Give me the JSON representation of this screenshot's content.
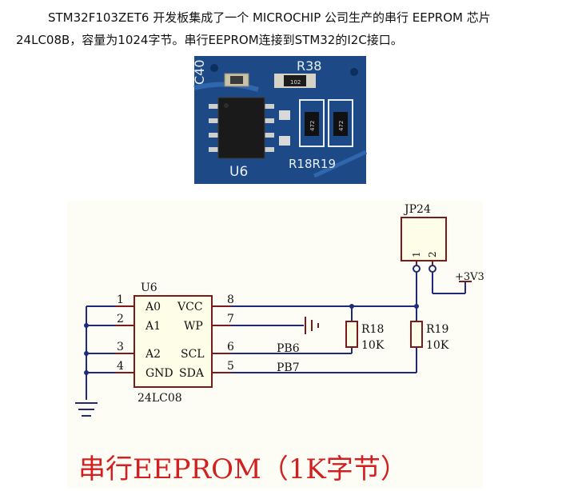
{
  "paragraph": {
    "line1": "STM32F103ZET6 开发板集成了一个 MICROCHIP 公司生产的串行 EEPROM 芯片",
    "line2": "24LC08B，容量为1024字节。串行EEPROM连接到STM32的I2C接口。"
  },
  "photo": {
    "silk_c40": "C40",
    "silk_r38": "R38",
    "silk_102": "102",
    "silk_u6": "U6",
    "silk_r18r19": "R18R19",
    "silk_472a": "472",
    "silk_472b": "472"
  },
  "schematic": {
    "chip_ref": "U6",
    "chip_part": "24LC08",
    "pins_left": [
      {
        "num": "1",
        "name": "A0"
      },
      {
        "num": "2",
        "name": "A1"
      },
      {
        "num": "3",
        "name": "A2"
      },
      {
        "num": "4",
        "name": "GND"
      }
    ],
    "pins_right": [
      {
        "num": "8",
        "name": "VCC"
      },
      {
        "num": "7",
        "name": "WP"
      },
      {
        "num": "6",
        "name": "SCL"
      },
      {
        "num": "5",
        "name": "SDA"
      }
    ],
    "net_scl": "PB6",
    "net_sda": "PB7",
    "r18_ref": "R18",
    "r18_val": "10K",
    "r19_ref": "R19",
    "r19_val": "10K",
    "jumper_ref": "JP24",
    "jumper_pin1": "1",
    "jumper_pin2": "2",
    "power_label": "+3V3",
    "caption": "串行EEPROM（1K字节）"
  },
  "colors": {
    "wire": "#1f2a7a",
    "component": "#7a1a1a",
    "caption": "#d21f1f",
    "board": "#1d4a86"
  }
}
